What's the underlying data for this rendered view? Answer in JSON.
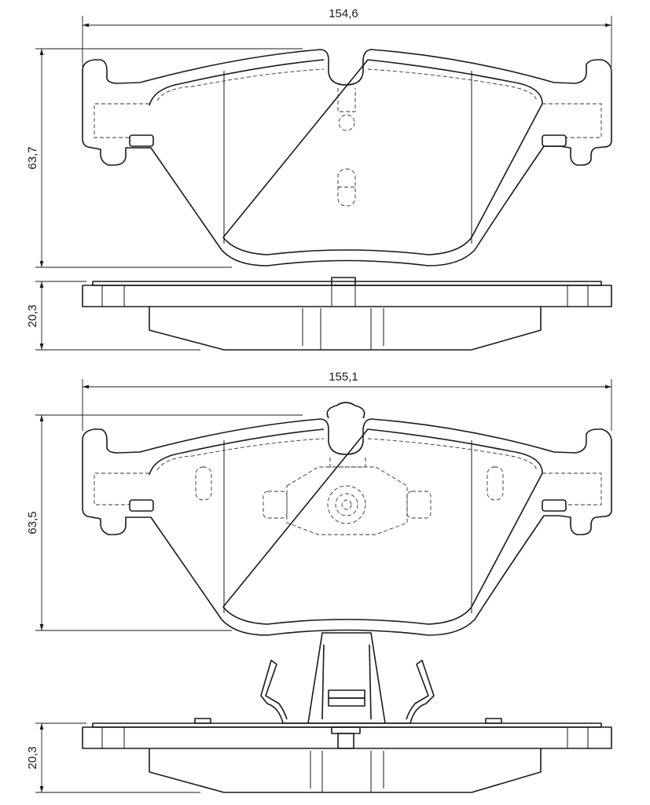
{
  "drawing": {
    "pad_1": {
      "width_label": "154,6",
      "height_label": "63,7",
      "thickness_label": "20,3"
    },
    "pad_2": {
      "width_label": "155,1",
      "height_label": "63,5",
      "thickness_label": "20,3"
    }
  }
}
